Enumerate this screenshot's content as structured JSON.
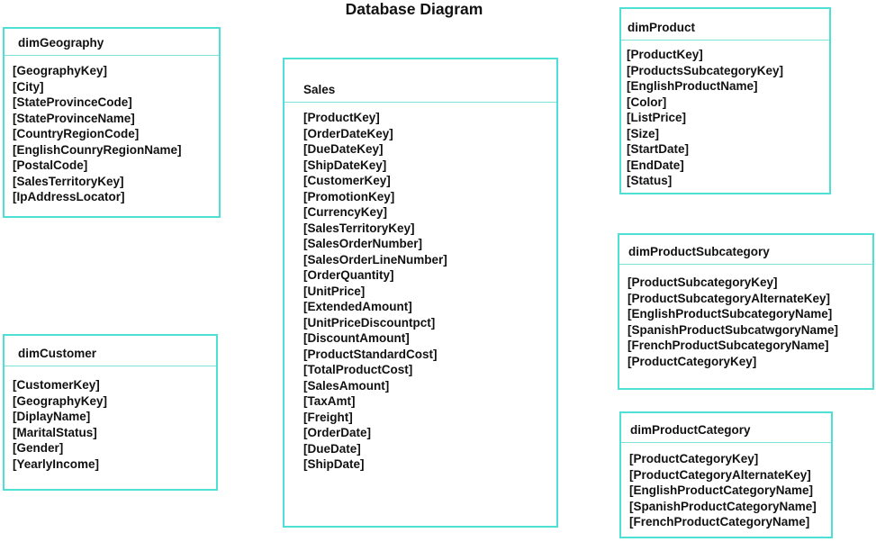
{
  "title": "Database Diagram",
  "colors": {
    "table_border": "#4fe0d5",
    "header_divider": "#7de4db",
    "text": "#111111",
    "background": "#ffffff"
  },
  "tables": [
    {
      "name": "dimGeography",
      "fields": [
        "[GeographyKey]",
        "[City]",
        "[StateProvinceCode]",
        "[StateProvinceName]",
        "[CountryRegionCode]",
        "[EnglishCounryRegionName]",
        "[PostalCode]",
        "[SalesTerritoryKey]",
        "[IpAddressLocator]"
      ]
    },
    {
      "name": "dimCustomer",
      "fields": [
        "[CustomerKey]",
        "[GeographyKey]",
        "[DiplayName]",
        "[MaritalStatus]",
        "[Gender]",
        "[YearlyIncome]"
      ]
    },
    {
      "name": "Sales",
      "fields": [
        "[ProductKey]",
        "[OrderDateKey]",
        "[DueDateKey]",
        "[ShipDateKey]",
        "[CustomerKey]",
        "[PromotionKey]",
        "[CurrencyKey]",
        "[SalesTerritoryKey]",
        "[SalesOrderNumber]",
        "[SalesOrderLineNumber]",
        "[OrderQuantity]",
        "[UnitPrice]",
        "[ExtendedAmount]",
        "[UnitPriceDiscountpct]",
        "[DiscountAmount]",
        "[ProductStandardCost]",
        "[TotalProductCost]",
        "[SalesAmount]",
        "[TaxAmt]",
        "[Freight]",
        "[OrderDate]",
        "[DueDate]",
        "[ShipDate]"
      ]
    },
    {
      "name": "dimProduct",
      "fields": [
        "[ProductKey]",
        "[ProductsSubcategoryKey]",
        "[EnglishProductName]",
        "[Color]",
        "[ListPrice]",
        "[Size]",
        "[StartDate]",
        "[EndDate]",
        "[Status]"
      ]
    },
    {
      "name": "dimProductSubcategory",
      "fields": [
        "[ProductSubcategoryKey]",
        "[ProductSubcategoryAlternateKey]",
        "[EnglishProductSubcategoryName]",
        "[SpanishProductSubcatwgoryName]",
        "[FrenchProductSubcategoryName]",
        "[ProductCategoryKey]"
      ]
    },
    {
      "name": "dimProductCategory",
      "fields": [
        "[ProductCategoryKey]",
        "[ProductCategoryAlternateKey]",
        "[EnglishProductCategoryName]",
        "[SpanishProductCategoryName]",
        "[FrenchProductCategoryName]"
      ]
    }
  ]
}
